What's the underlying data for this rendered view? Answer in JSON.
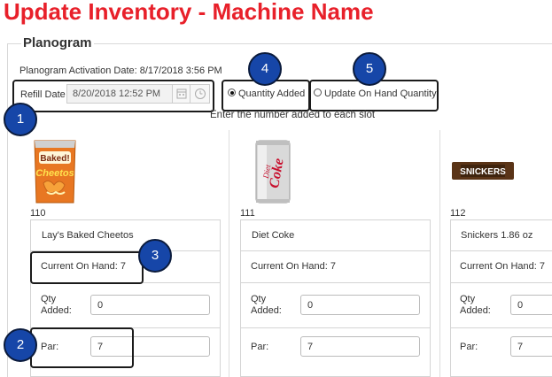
{
  "page": {
    "title": "Update Inventory - Machine Name"
  },
  "planogram": {
    "section_title": "Planogram",
    "activation_text": "Planogram Activation Date: 8/17/2018 3:56 PM",
    "refill_label": "Refill Date",
    "refill_value": "8/20/2018 12:52 PM",
    "mode_options": [
      {
        "label": "Quantity Added",
        "selected": true
      },
      {
        "label": "Update On Hand Quantity",
        "selected": false
      }
    ],
    "instruction": "Enter the number added to each slot"
  },
  "slots": [
    {
      "number": "110",
      "product": "Lay's Baked Cheetos",
      "on_hand": "Current On Hand: 7",
      "qty_label_1": "Qty",
      "qty_label_2": "Added:",
      "qty_value": "0",
      "par_label": "Par:",
      "par_value": "7",
      "image": "cheetos-bag"
    },
    {
      "number": "111",
      "product": "Diet Coke",
      "on_hand": "Current On Hand: 7",
      "qty_label_1": "Qty",
      "qty_label_2": "Added:",
      "qty_value": "0",
      "par_label": "Par:",
      "par_value": "7",
      "image": "diet-coke-can"
    },
    {
      "number": "112",
      "product": "Snickers 1.86 oz",
      "on_hand": "Current On Hand: 7",
      "qty_label_1": "Qty",
      "qty_label_2": "Added:",
      "qty_value": "0",
      "par_label": "Par:",
      "par_value": "7",
      "image": "snickers-bar"
    }
  ],
  "product_art": {
    "cheetos": {
      "line1": "Baked!",
      "line2": "Cheetos"
    },
    "coke": {
      "brand": "Coke",
      "sub": "Diet"
    },
    "snickers": {
      "brand": "SNICKERS"
    }
  },
  "callouts": [
    "1",
    "2",
    "3",
    "4",
    "5"
  ],
  "colors": {
    "title_red": "#e8202a",
    "badge_blue": "#1646a8"
  }
}
